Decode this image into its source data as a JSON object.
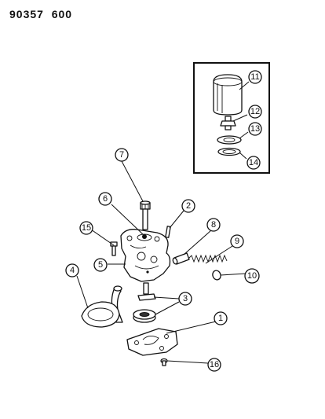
{
  "header": {
    "code_a": "90357",
    "code_b": "600"
  },
  "callouts": [
    "1",
    "2",
    "3",
    "4",
    "5",
    "6",
    "7",
    "8",
    "9",
    "10",
    "11",
    "12",
    "13",
    "14",
    "15",
    "16"
  ]
}
